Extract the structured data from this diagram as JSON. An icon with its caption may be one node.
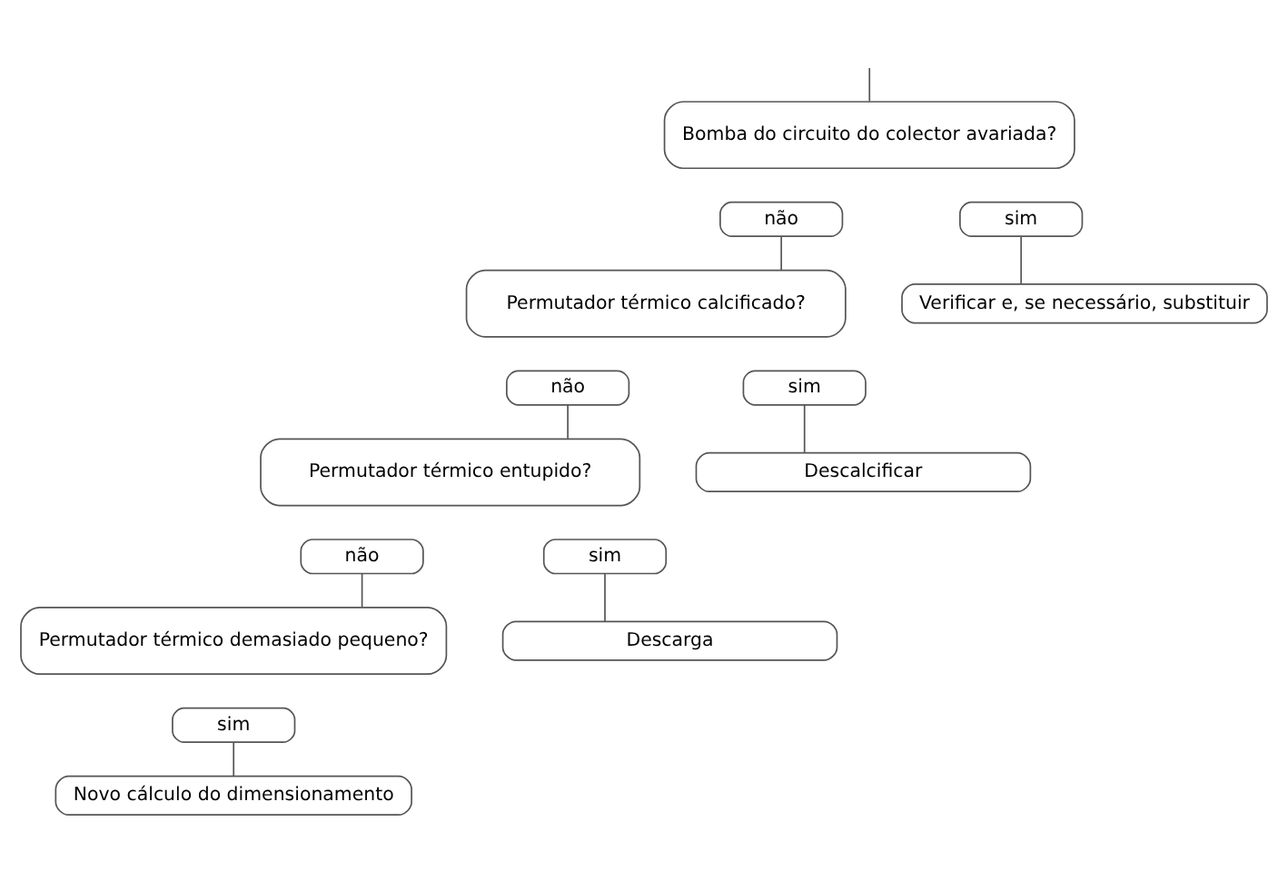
{
  "diagram": {
    "nodes": [
      {
        "text": [
          "Bomba do circuito do colector avariada?"
        ]
      },
      {
        "text": [
          "não"
        ]
      },
      {
        "text": [
          "sim"
        ]
      },
      {
        "text": [
          "Verificar e, se necessário, substituir"
        ]
      },
      {
        "text": [
          "Permutador térmico calcificado?"
        ]
      },
      {
        "text": [
          "não"
        ]
      },
      {
        "text": [
          "sim"
        ]
      },
      {
        "text": [
          "Descalcificar"
        ]
      },
      {
        "text": [
          "Permutador térmico entupido?"
        ]
      },
      {
        "text": [
          "não"
        ]
      },
      {
        "text": [
          "sim"
        ]
      },
      {
        "text": [
          "Descarga"
        ]
      },
      {
        "text": [
          "Permutador térmico demasiado pequeno?"
        ]
      },
      {
        "text": [
          "sim"
        ]
      },
      {
        "text": [
          "Novo cálculo do dimensionamento"
        ]
      }
    ],
    "edges": [
      {
        "from": null,
        "to": 0,
        "arrow": "none"
      },
      {
        "from": 2,
        "to": 3,
        "arrow": "none"
      },
      {
        "from": 1,
        "to": 4,
        "arrow": "none"
      },
      {
        "from": 6,
        "to": 7,
        "arrow": "none"
      },
      {
        "from": 5,
        "to": 8,
        "arrow": "none"
      },
      {
        "from": 10,
        "to": 11,
        "arrow": "none"
      },
      {
        "from": 9,
        "to": 12,
        "arrow": "none"
      },
      {
        "from": 13,
        "to": 14,
        "arrow": "none"
      }
    ]
  }
}
